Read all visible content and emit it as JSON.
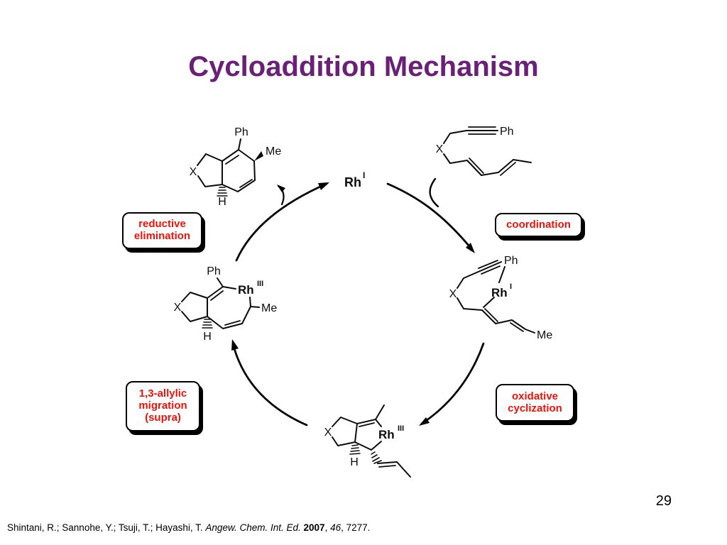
{
  "slide": {
    "title": "Cycloaddition Mechanism",
    "page_number": "29"
  },
  "colors": {
    "title": "#6a2077",
    "step_text": "#ee1209",
    "structures": "#0c0c0c"
  },
  "steps": {
    "coordination": "coordination",
    "oxidative_cyclization": "oxidative cyclization",
    "allylic_migration": "1,3-allylic migration (supra)",
    "reductive_elimination": "reductive elimination"
  },
  "catalyst": {
    "symbol": "Rh",
    "state_low": "I",
    "state_high": "III"
  },
  "atoms": {
    "ph": "Ph",
    "me": "Me",
    "x": "X",
    "h": "H"
  },
  "citation": {
    "authors": "Shintani, R.; Sannohe, Y.; Tsuji, T.; Hayashi, T. ",
    "journal": "Angew. Chem. Int. Ed. ",
    "year": "2007",
    "separator": ", ",
    "volume": "46",
    "pages": ", 7277."
  }
}
